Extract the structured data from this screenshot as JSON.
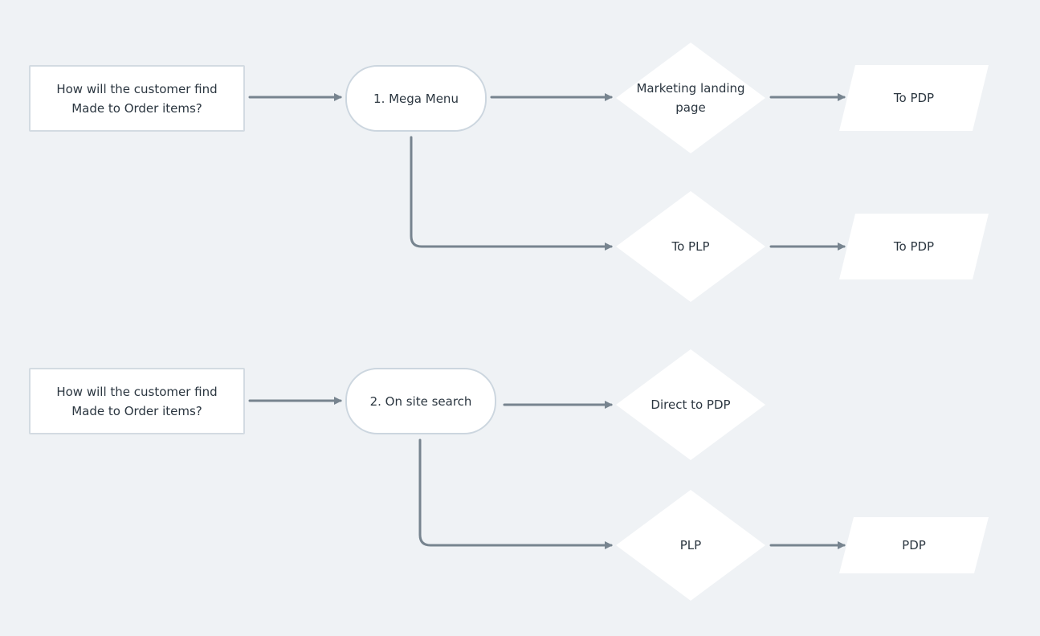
{
  "diagram": {
    "flow1": {
      "question": "How will the customer find Made to Order items?",
      "entry": "1. Mega Menu",
      "branch_a": "Marketing landing page",
      "branch_a_result": "To PDP",
      "branch_b": "To PLP",
      "branch_b_result": "To PDP"
    },
    "flow2": {
      "question": "How will the customer find Made to Order items?",
      "entry": "2. On site search",
      "branch_a": "Direct to PDP",
      "branch_b": "PLP",
      "branch_b_result": "PDP"
    }
  },
  "colors": {
    "background": "#eff2f5",
    "node_fill": "#ffffff",
    "node_border": "#d3dbe2",
    "connector": "#77848f",
    "text": "#2b3640"
  }
}
